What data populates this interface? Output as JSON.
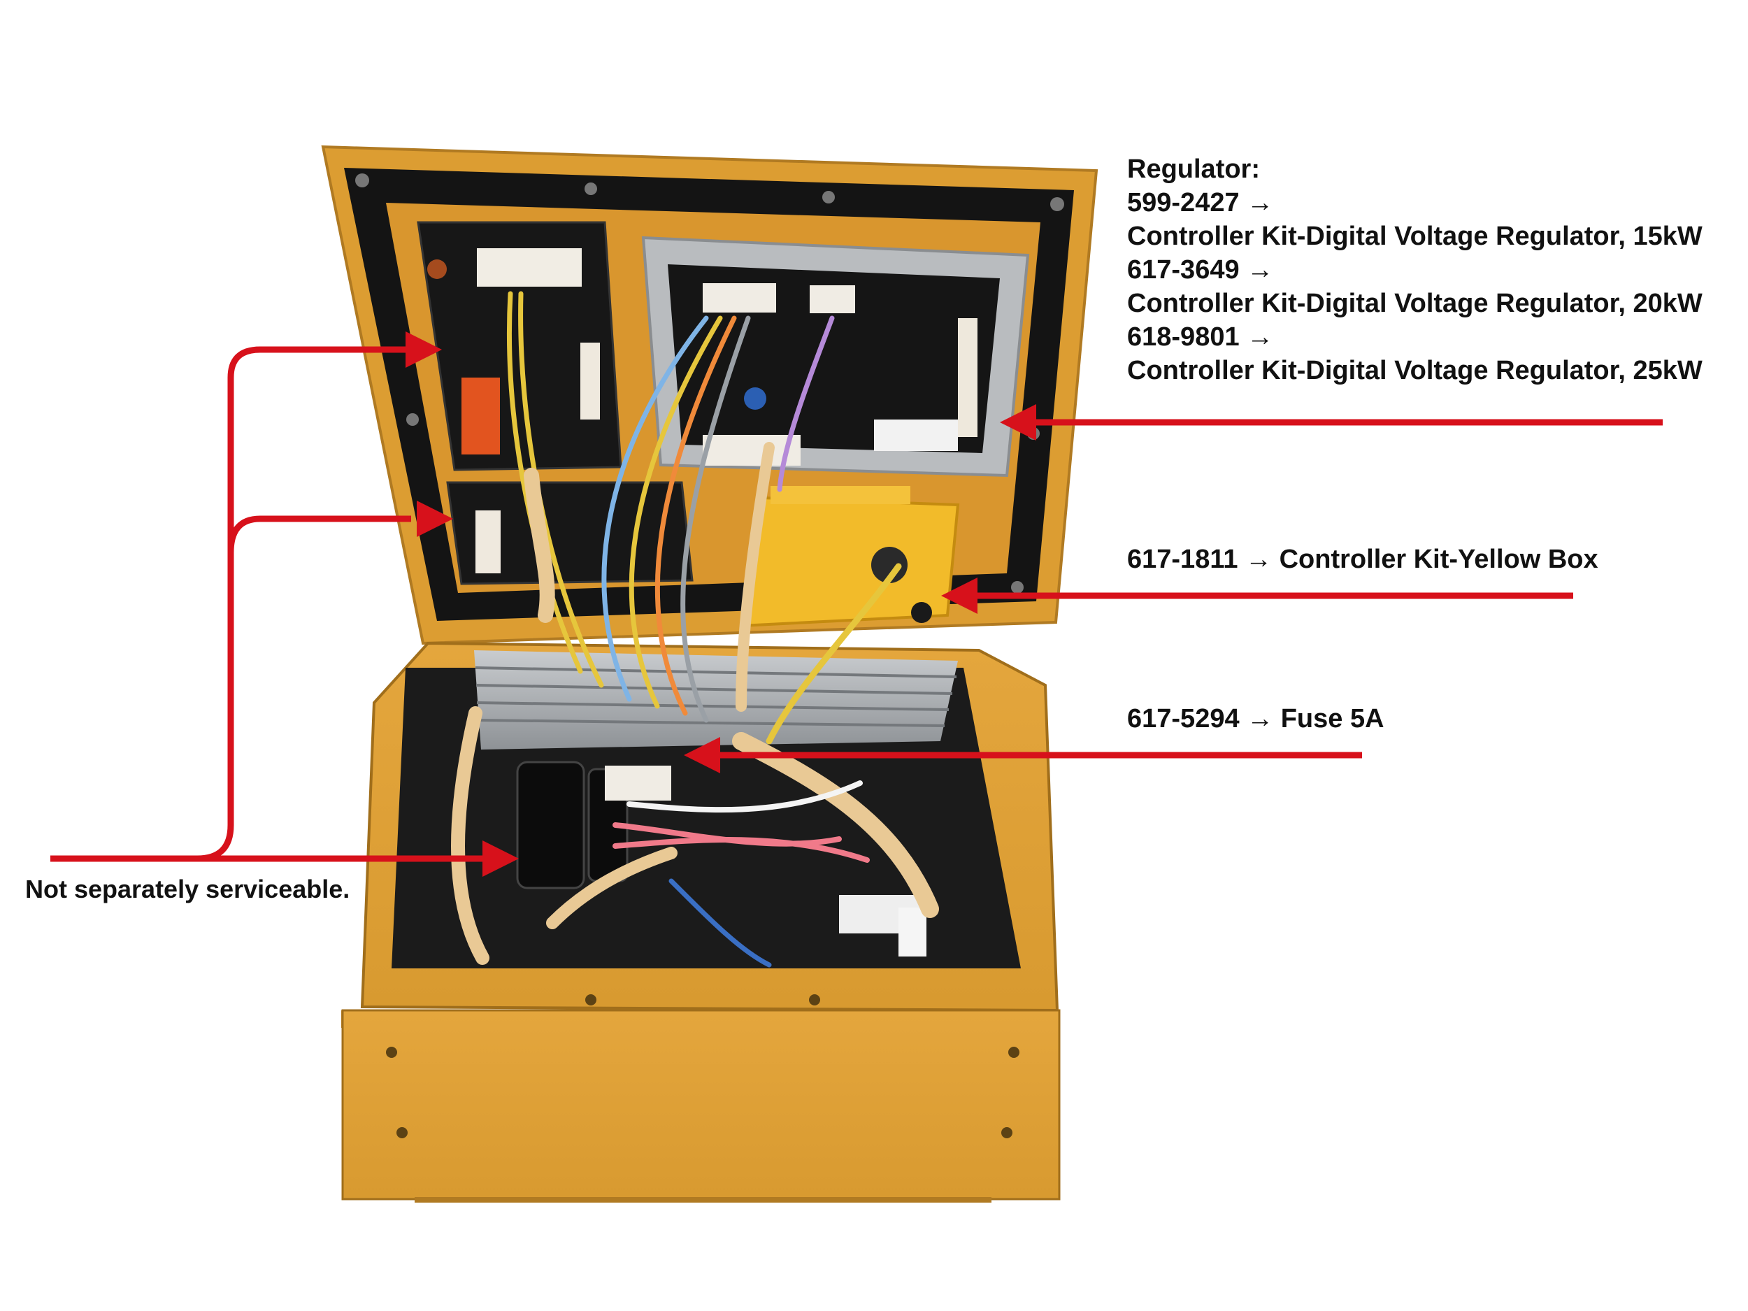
{
  "regulator": {
    "heading": "Regulator:",
    "parts": [
      {
        "number_line": "599-2427 →",
        "description": "Controller Kit-Digital Voltage  Regulator, 15kW"
      },
      {
        "number_line": "617-3649 →",
        "description": "Controller Kit-Digital Voltage  Regulator, 20kW"
      },
      {
        "number_line": "618-9801 →",
        "description": "Controller Kit-Digital Voltage  Regulator, 25kW"
      }
    ]
  },
  "yellow_box": "617-1811 → Controller Kit-Yellow Box",
  "fuse": "617-5294 → Fuse 5A",
  "not_serviceable": "Not separately serviceable.",
  "colors": {
    "arrow": "#d7111b",
    "enclosure": "#e0a23a",
    "enclosure_dark": "#b87f22",
    "panel_black": "#1c1c1c",
    "text": "#111111"
  }
}
